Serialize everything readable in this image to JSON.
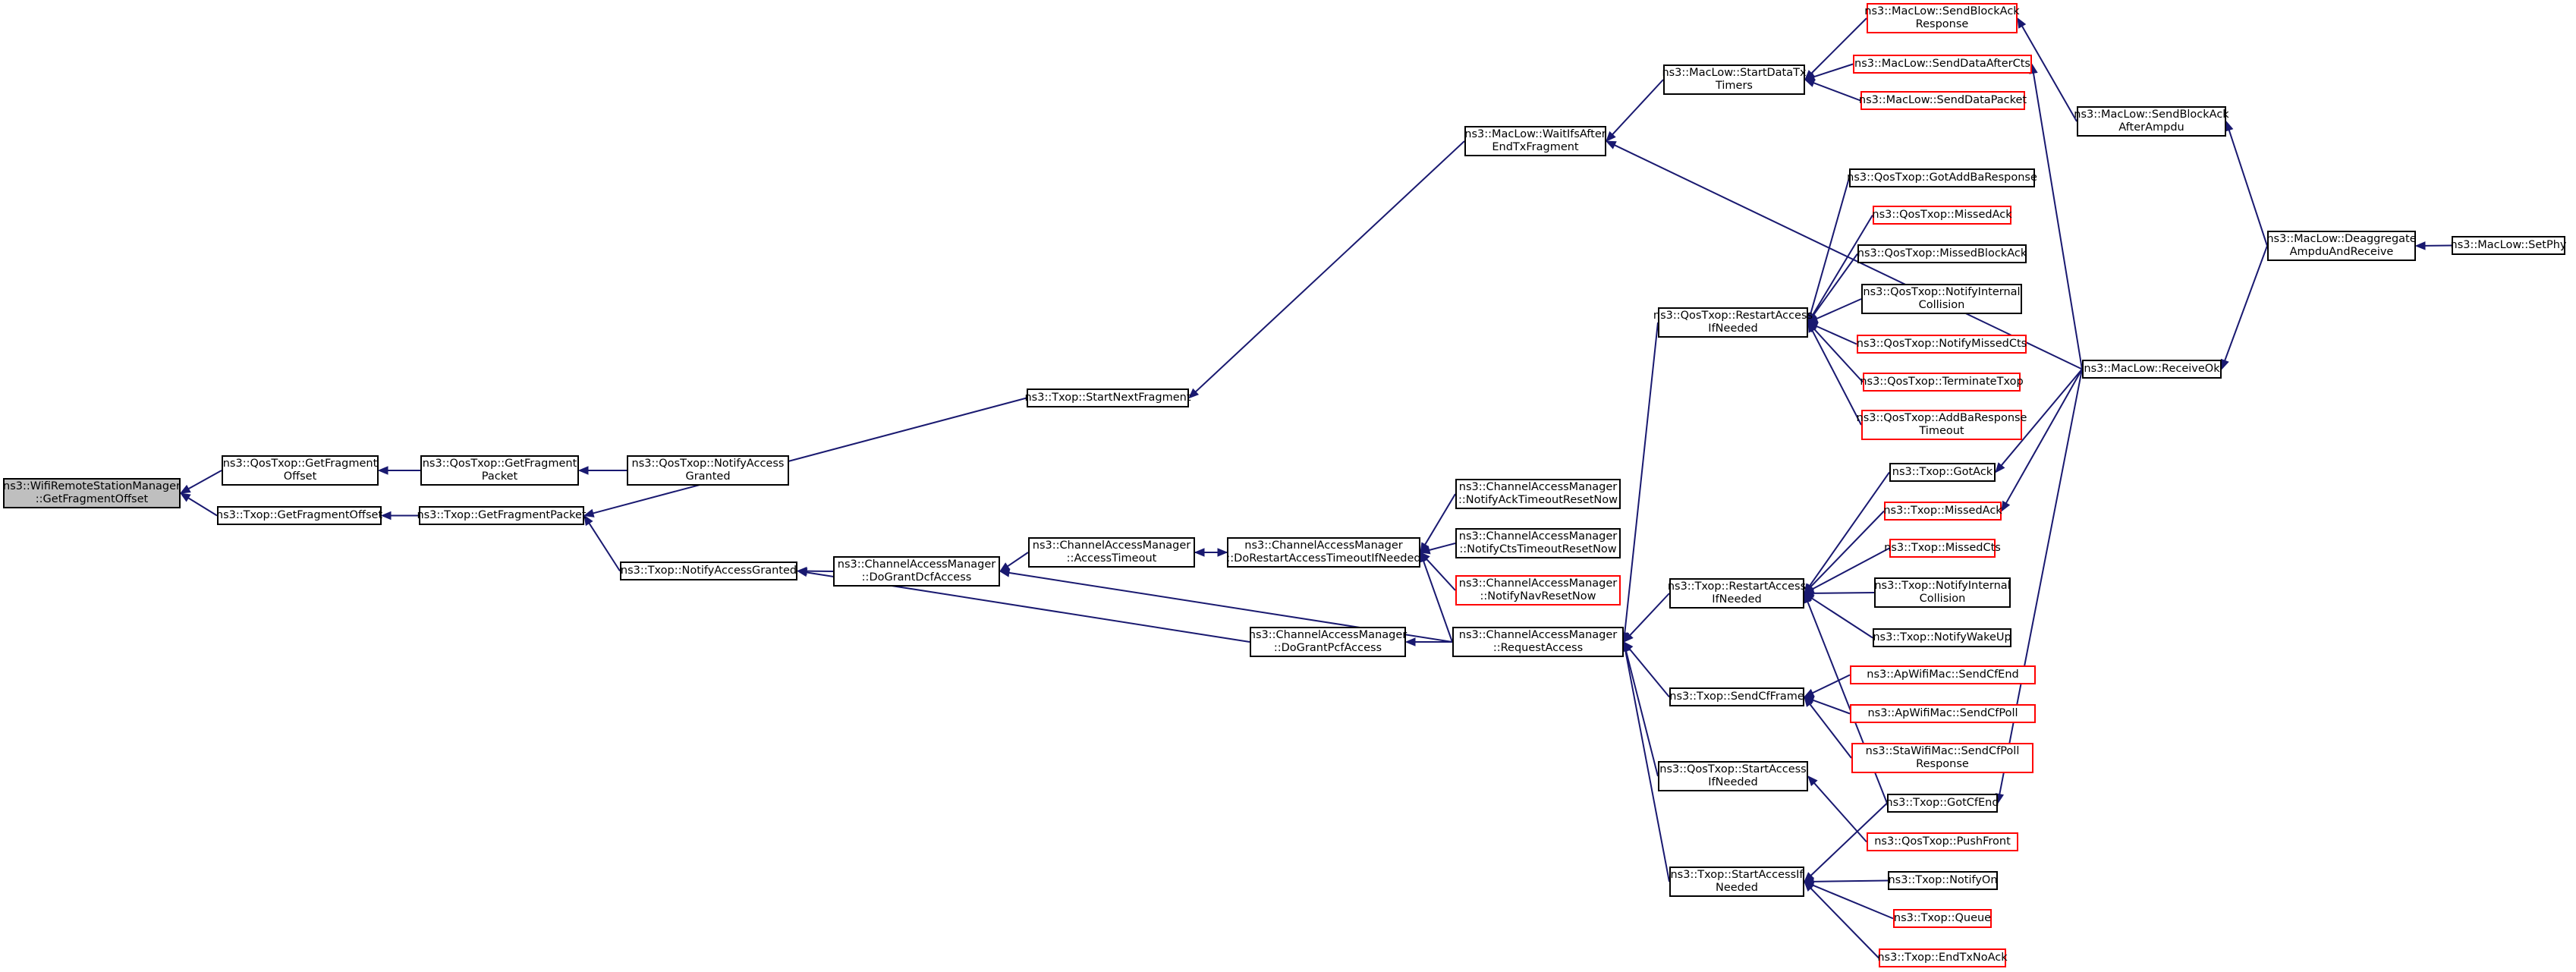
{
  "colors": {
    "edge": "#191970",
    "node_border": "#000000",
    "node_border_truncated": "#ff0000",
    "root_fill": "#bfbfbf",
    "background": "#ffffff"
  },
  "nodes": [
    {
      "id": "root",
      "lines": [
        "ns3::WifiRemoteStationManager",
        "::GetFragmentOffset"
      ],
      "style": "root"
    },
    {
      "id": "qgfo",
      "lines": [
        "ns3::QosTxop::GetFragment",
        "Offset"
      ],
      "style": "normal"
    },
    {
      "id": "tgfo",
      "lines": [
        "ns3::Txop::GetFragmentOffset"
      ],
      "style": "normal"
    },
    {
      "id": "qgfp",
      "lines": [
        "ns3::QosTxop::GetFragment",
        "Packet"
      ],
      "style": "normal"
    },
    {
      "id": "tgfp",
      "lines": [
        "ns3::Txop::GetFragmentPacket"
      ],
      "style": "normal"
    },
    {
      "id": "qnag",
      "lines": [
        "ns3::QosTxop::NotifyAccess",
        "Granted"
      ],
      "style": "normal"
    },
    {
      "id": "tnag",
      "lines": [
        "ns3::Txop::NotifyAccessGranted"
      ],
      "style": "normal"
    },
    {
      "id": "tsnf",
      "lines": [
        "ns3::Txop::StartNextFragment"
      ],
      "style": "normal"
    },
    {
      "id": "cdgd",
      "lines": [
        "ns3::ChannelAccessManager",
        "::DoGrantDcfAccess"
      ],
      "style": "normal"
    },
    {
      "id": "cat",
      "lines": [
        "ns3::ChannelAccessManager",
        "::AccessTimeout"
      ],
      "style": "normal"
    },
    {
      "id": "cdra",
      "lines": [
        "ns3::ChannelAccessManager",
        "::DoRestartAccessTimeoutIfNeeded"
      ],
      "style": "normal"
    },
    {
      "id": "cdgp",
      "lines": [
        "ns3::ChannelAccessManager",
        "::DoGrantPcfAccess"
      ],
      "style": "normal"
    },
    {
      "id": "cnat",
      "lines": [
        "ns3::ChannelAccessManager",
        "::NotifyAckTimeoutResetNow"
      ],
      "style": "normal"
    },
    {
      "id": "cnct",
      "lines": [
        "ns3::ChannelAccessManager",
        "::NotifyCtsTimeoutResetNow"
      ],
      "style": "normal"
    },
    {
      "id": "cnnr",
      "lines": [
        "ns3::ChannelAccessManager",
        "::NotifyNavResetNow"
      ],
      "style": "truncated"
    },
    {
      "id": "cra",
      "lines": [
        "ns3::ChannelAccessManager",
        "::RequestAccess"
      ],
      "style": "normal"
    },
    {
      "id": "mwif",
      "lines": [
        "ns3::MacLow::WaitIfsAfter",
        "EndTxFragment"
      ],
      "style": "normal"
    },
    {
      "id": "msdt",
      "lines": [
        "ns3::MacLow::StartDataTx",
        "Timers"
      ],
      "style": "normal"
    },
    {
      "id": "qrai",
      "lines": [
        "ns3::QosTxop::RestartAccess",
        "IfNeeded"
      ],
      "style": "normal"
    },
    {
      "id": "trai",
      "lines": [
        "ns3::Txop::RestartAccess",
        "IfNeeded"
      ],
      "style": "normal"
    },
    {
      "id": "tscf",
      "lines": [
        "ns3::Txop::SendCfFrame"
      ],
      "style": "normal"
    },
    {
      "id": "qsai",
      "lines": [
        "ns3::QosTxop::StartAccess",
        "IfNeeded"
      ],
      "style": "normal"
    },
    {
      "id": "tsai",
      "lines": [
        "ns3::Txop::StartAccessIf",
        "Needed"
      ],
      "style": "normal"
    },
    {
      "id": "msbr",
      "lines": [
        "ns3::MacLow::SendBlockAck",
        "Response"
      ],
      "style": "truncated"
    },
    {
      "id": "msda",
      "lines": [
        "ns3::MacLow::SendDataAfterCts"
      ],
      "style": "truncated"
    },
    {
      "id": "msdp",
      "lines": [
        "ns3::MacLow::SendDataPacket"
      ],
      "style": "truncated"
    },
    {
      "id": "qgab",
      "lines": [
        "ns3::QosTxop::GotAddBaResponse"
      ],
      "style": "normal"
    },
    {
      "id": "qma",
      "lines": [
        "ns3::QosTxop::MissedAck"
      ],
      "style": "truncated"
    },
    {
      "id": "qmba",
      "lines": [
        "ns3::QosTxop::MissedBlockAck"
      ],
      "style": "normal"
    },
    {
      "id": "qnic",
      "lines": [
        "ns3::QosTxop::NotifyInternal",
        "Collision"
      ],
      "style": "normal"
    },
    {
      "id": "qnmc",
      "lines": [
        "ns3::QosTxop::NotifyMissedCts"
      ],
      "style": "truncated"
    },
    {
      "id": "qtt",
      "lines": [
        "ns3::QosTxop::TerminateTxop"
      ],
      "style": "truncated"
    },
    {
      "id": "qabt",
      "lines": [
        "ns3::QosTxop::AddBaResponse",
        "Timeout"
      ],
      "style": "truncated"
    },
    {
      "id": "tga",
      "lines": [
        "ns3::Txop::GotAck"
      ],
      "style": "normal"
    },
    {
      "id": "tma",
      "lines": [
        "ns3::Txop::MissedAck"
      ],
      "style": "truncated"
    },
    {
      "id": "tmc",
      "lines": [
        "ns3::Txop::MissedCts"
      ],
      "style": "truncated"
    },
    {
      "id": "tnic",
      "lines": [
        "ns3::Txop::NotifyInternal",
        "Collision"
      ],
      "style": "normal"
    },
    {
      "id": "tnwu",
      "lines": [
        "ns3::Txop::NotifyWakeUp"
      ],
      "style": "normal"
    },
    {
      "id": "ascfe",
      "lines": [
        "ns3::ApWifiMac::SendCfEnd"
      ],
      "style": "truncated"
    },
    {
      "id": "ascfp",
      "lines": [
        "ns3::ApWifiMac::SendCfPoll"
      ],
      "style": "truncated"
    },
    {
      "id": "sscfp",
      "lines": [
        "ns3::StaWifiMac::SendCfPoll",
        "Response"
      ],
      "style": "truncated"
    },
    {
      "id": "tgce",
      "lines": [
        "ns3::Txop::GotCfEnd"
      ],
      "style": "normal"
    },
    {
      "id": "qpf",
      "lines": [
        "ns3::QosTxop::PushFront"
      ],
      "style": "truncated"
    },
    {
      "id": "tno",
      "lines": [
        "ns3::Txop::NotifyOn"
      ],
      "style": "normal"
    },
    {
      "id": "tq",
      "lines": [
        "ns3::Txop::Queue"
      ],
      "style": "truncated"
    },
    {
      "id": "tetn",
      "lines": [
        "ns3::Txop::EndTxNoAck"
      ],
      "style": "truncated"
    },
    {
      "id": "msba",
      "lines": [
        "ns3::MacLow::SendBlockAck",
        "AfterAmpdu"
      ],
      "style": "normal"
    },
    {
      "id": "mro",
      "lines": [
        "ns3::MacLow::ReceiveOk"
      ],
      "style": "normal"
    },
    {
      "id": "mdaa",
      "lines": [
        "ns3::MacLow::Deaggregate",
        "AmpduAndReceive"
      ],
      "style": "normal"
    },
    {
      "id": "msp",
      "lines": [
        "ns3::MacLow::SetPhy"
      ],
      "style": "normal"
    }
  ],
  "edges": [
    {
      "from": "qgfo",
      "to": "root"
    },
    {
      "from": "tgfo",
      "to": "root"
    },
    {
      "from": "qgfp",
      "to": "qgfo"
    },
    {
      "from": "tgfp",
      "to": "tgfo"
    },
    {
      "from": "qnag",
      "to": "qgfp"
    },
    {
      "from": "tnag",
      "to": "tgfp"
    },
    {
      "from": "tsnf",
      "to": "tgfp"
    },
    {
      "from": "cdgd",
      "to": "tnag"
    },
    {
      "from": "cdgp",
      "to": "tnag"
    },
    {
      "from": "mwif",
      "to": "tsnf"
    },
    {
      "from": "cat",
      "to": "cdgd"
    },
    {
      "from": "cra",
      "to": "cdgd"
    },
    {
      "from": "cdra",
      "to": "cat"
    },
    {
      "from": "cat",
      "to": "cdra"
    },
    {
      "from": "cra",
      "to": "cdgp"
    },
    {
      "from": "cnat",
      "to": "cdra"
    },
    {
      "from": "cnct",
      "to": "cdra"
    },
    {
      "from": "cnnr",
      "to": "cdra"
    },
    {
      "from": "cra",
      "to": "cdra"
    },
    {
      "from": "msdt",
      "to": "mwif"
    },
    {
      "from": "mro",
      "to": "mwif"
    },
    {
      "from": "qrai",
      "to": "cra"
    },
    {
      "from": "trai",
      "to": "cra"
    },
    {
      "from": "tscf",
      "to": "cra"
    },
    {
      "from": "qsai",
      "to": "cra"
    },
    {
      "from": "tsai",
      "to": "cra"
    },
    {
      "from": "msbr",
      "to": "msdt"
    },
    {
      "from": "msda",
      "to": "msdt"
    },
    {
      "from": "msdp",
      "to": "msdt"
    },
    {
      "from": "qgab",
      "to": "qrai"
    },
    {
      "from": "qma",
      "to": "qrai"
    },
    {
      "from": "qmba",
      "to": "qrai"
    },
    {
      "from": "qnic",
      "to": "qrai"
    },
    {
      "from": "qnmc",
      "to": "qrai"
    },
    {
      "from": "qtt",
      "to": "qrai"
    },
    {
      "from": "qabt",
      "to": "qrai"
    },
    {
      "from": "tga",
      "to": "trai"
    },
    {
      "from": "tma",
      "to": "trai"
    },
    {
      "from": "tmc",
      "to": "trai"
    },
    {
      "from": "tnic",
      "to": "trai"
    },
    {
      "from": "tnwu",
      "to": "trai"
    },
    {
      "from": "tgce",
      "to": "trai"
    },
    {
      "from": "ascfe",
      "to": "tscf"
    },
    {
      "from": "ascfp",
      "to": "tscf"
    },
    {
      "from": "sscfp",
      "to": "tscf"
    },
    {
      "from": "qpf",
      "to": "qsai"
    },
    {
      "from": "tgce",
      "to": "tsai"
    },
    {
      "from": "tno",
      "to": "tsai"
    },
    {
      "from": "tq",
      "to": "tsai"
    },
    {
      "from": "tetn",
      "to": "tsai"
    },
    {
      "from": "msba",
      "to": "msbr"
    },
    {
      "from": "mro",
      "to": "msda"
    },
    {
      "from": "mro",
      "to": "tga"
    },
    {
      "from": "mro",
      "to": "tma"
    },
    {
      "from": "mro",
      "to": "tgce"
    },
    {
      "from": "mdaa",
      "to": "msba"
    },
    {
      "from": "mdaa",
      "to": "mro"
    },
    {
      "from": "msp",
      "to": "mdaa"
    }
  ]
}
